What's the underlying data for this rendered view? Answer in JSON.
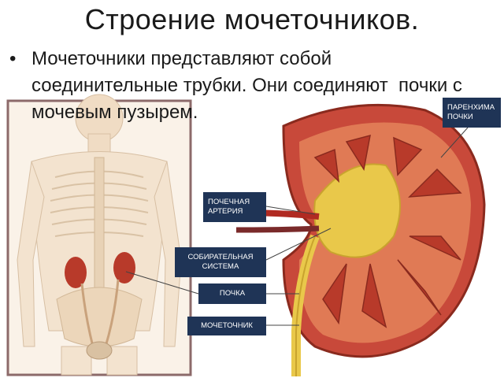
{
  "slide": {
    "title": "Строение мочеточников.",
    "bullet_marker": "•",
    "bullet_text": "Мочеточники представляют собой соединительные трубки. Они соединяют  почки с мочевым пузырем."
  },
  "illustration": {
    "callouts": {
      "parenchyma": "ПАРЕНХИМА\nПОЧКИ",
      "renal_artery": "ПОЧЕЧНАЯ\nАРТЕРИЯ",
      "collecting_system": "СОБИРАТЕЛЬНАЯ\nСИСТЕМА",
      "kidney": "ПОЧКА",
      "ureter": "МОЧЕТОЧНИК"
    }
  },
  "colors": {
    "callout_bg": "#1f3456",
    "kidney_red": "#b83a2a",
    "cortex": "#cf5a3a",
    "collecting": "#e9c84a",
    "body_skin": "#f3e3cf",
    "frame_border": "#8c6a6a"
  }
}
